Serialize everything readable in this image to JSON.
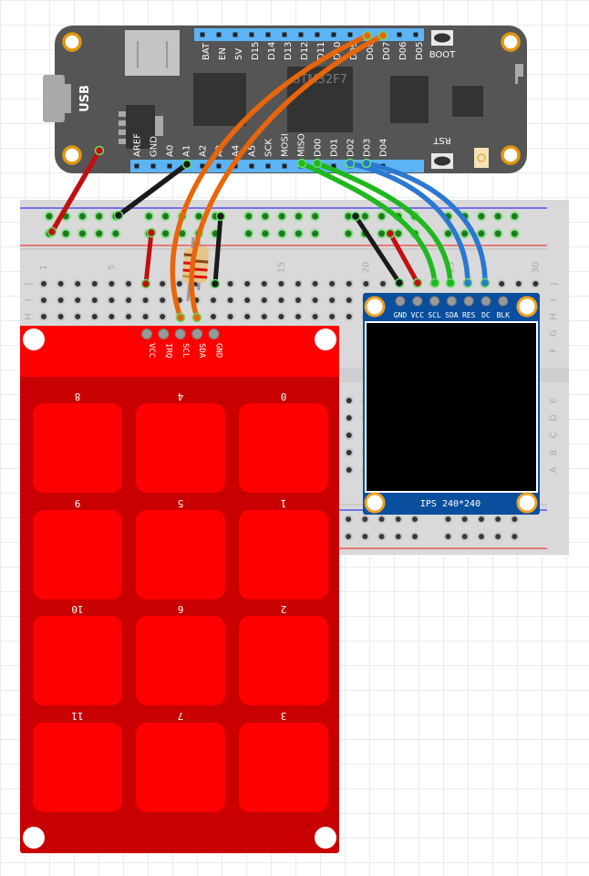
{
  "board": {
    "usb_label": "USB",
    "chip_label": "STM32F7",
    "boot_label": "BOOT",
    "rst_label": "RST",
    "top_pins": [
      "BAT",
      "EN",
      "5V",
      "D15",
      "D14",
      "D13",
      "D12",
      "D11",
      "D10",
      "D09",
      "D08",
      "D07",
      "D06",
      "D05"
    ],
    "bottom_pins": [
      "AREF",
      "GND",
      "A0",
      "A1",
      "A2",
      "A3",
      "A4",
      "A5",
      "SCK",
      "MOSI",
      "MISO",
      "D00",
      "D01",
      "D02",
      "D03",
      "D04"
    ]
  },
  "breadboard": {
    "col_numbers": [
      "1",
      "5",
      "10",
      "15",
      "20",
      "25",
      "30"
    ],
    "row_letters_top": [
      "J",
      "I",
      "H",
      "G",
      "F"
    ],
    "row_letters_bottom": [
      "E",
      "D",
      "C",
      "B",
      "A"
    ]
  },
  "keypad": {
    "pins": [
      "VCC",
      "IRQ",
      "SCL",
      "SDA",
      "GND"
    ],
    "keys": [
      "8",
      "4",
      "0",
      "9",
      "5",
      "1",
      "10",
      "6",
      "2",
      "11",
      "7",
      "3"
    ],
    "color_board": "#c80000",
    "color_pad": "#ff0000"
  },
  "display": {
    "pins": [
      "GND",
      "VCC",
      "SCL",
      "SDA",
      "RES",
      "DC",
      "BLK"
    ],
    "caption": "IPS 240*240",
    "color_board": "#0a4f9e"
  },
  "wires": [
    {
      "name": "wire-power-red",
      "color": "#c01010"
    },
    {
      "name": "wire-ground-black",
      "color": "#1a1a1a"
    },
    {
      "name": "wire-scl-orange",
      "color": "#e8650a"
    },
    {
      "name": "wire-sda-orange",
      "color": "#e8650a"
    },
    {
      "name": "wire-sck-green",
      "color": "#1fb81f"
    },
    {
      "name": "wire-mosi-green",
      "color": "#1fb81f"
    },
    {
      "name": "wire-d00-blue",
      "color": "#2b78d0"
    },
    {
      "name": "wire-d01-blue",
      "color": "#2b78d0"
    }
  ]
}
